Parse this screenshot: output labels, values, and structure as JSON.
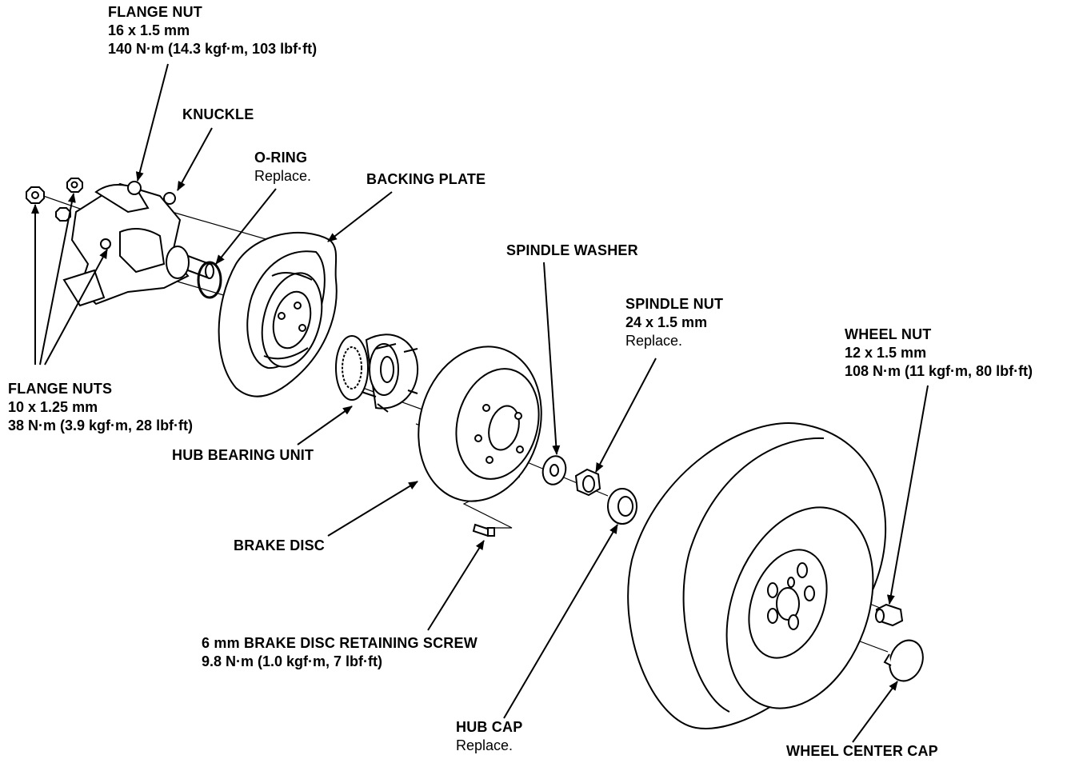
{
  "labels": {
    "flange_nut": {
      "title": "FLANGE NUT",
      "spec": "16 x 1.5 mm",
      "torque": "140 N·m (14.3 kgf·m, 103 lbf·ft)"
    },
    "knuckle": {
      "title": "KNUCKLE"
    },
    "o_ring": {
      "title": "O-RING",
      "note": "Replace."
    },
    "backing_plate": {
      "title": "BACKING PLATE"
    },
    "spindle_washer": {
      "title": "SPINDLE WASHER"
    },
    "spindle_nut": {
      "title": "SPINDLE NUT",
      "spec": "24 x 1.5 mm",
      "note": "Replace."
    },
    "wheel_nut": {
      "title": "WHEEL NUT",
      "spec": "12 x 1.5 mm",
      "torque": "108 N·m (11 kgf·m, 80 lbf·ft)"
    },
    "flange_nuts": {
      "title": "FLANGE NUTS",
      "spec": "10 x 1.25 mm",
      "torque": "38 N·m (3.9 kgf·m, 28 lbf·ft)"
    },
    "hub_bearing_unit": {
      "title": "HUB BEARING UNIT"
    },
    "brake_disc": {
      "title": "BRAKE DISC"
    },
    "retaining_screw": {
      "title": "6 mm BRAKE DISC RETAINING SCREW",
      "torque": "9.8 N·m (1.0 kgf·m, 7 lbf·ft)"
    },
    "hub_cap": {
      "title": "HUB CAP",
      "note": "Replace."
    },
    "wheel_center_cap": {
      "title": "WHEEL CENTER CAP"
    }
  },
  "colors": {
    "ink": "#000000",
    "paper": "#ffffff"
  }
}
